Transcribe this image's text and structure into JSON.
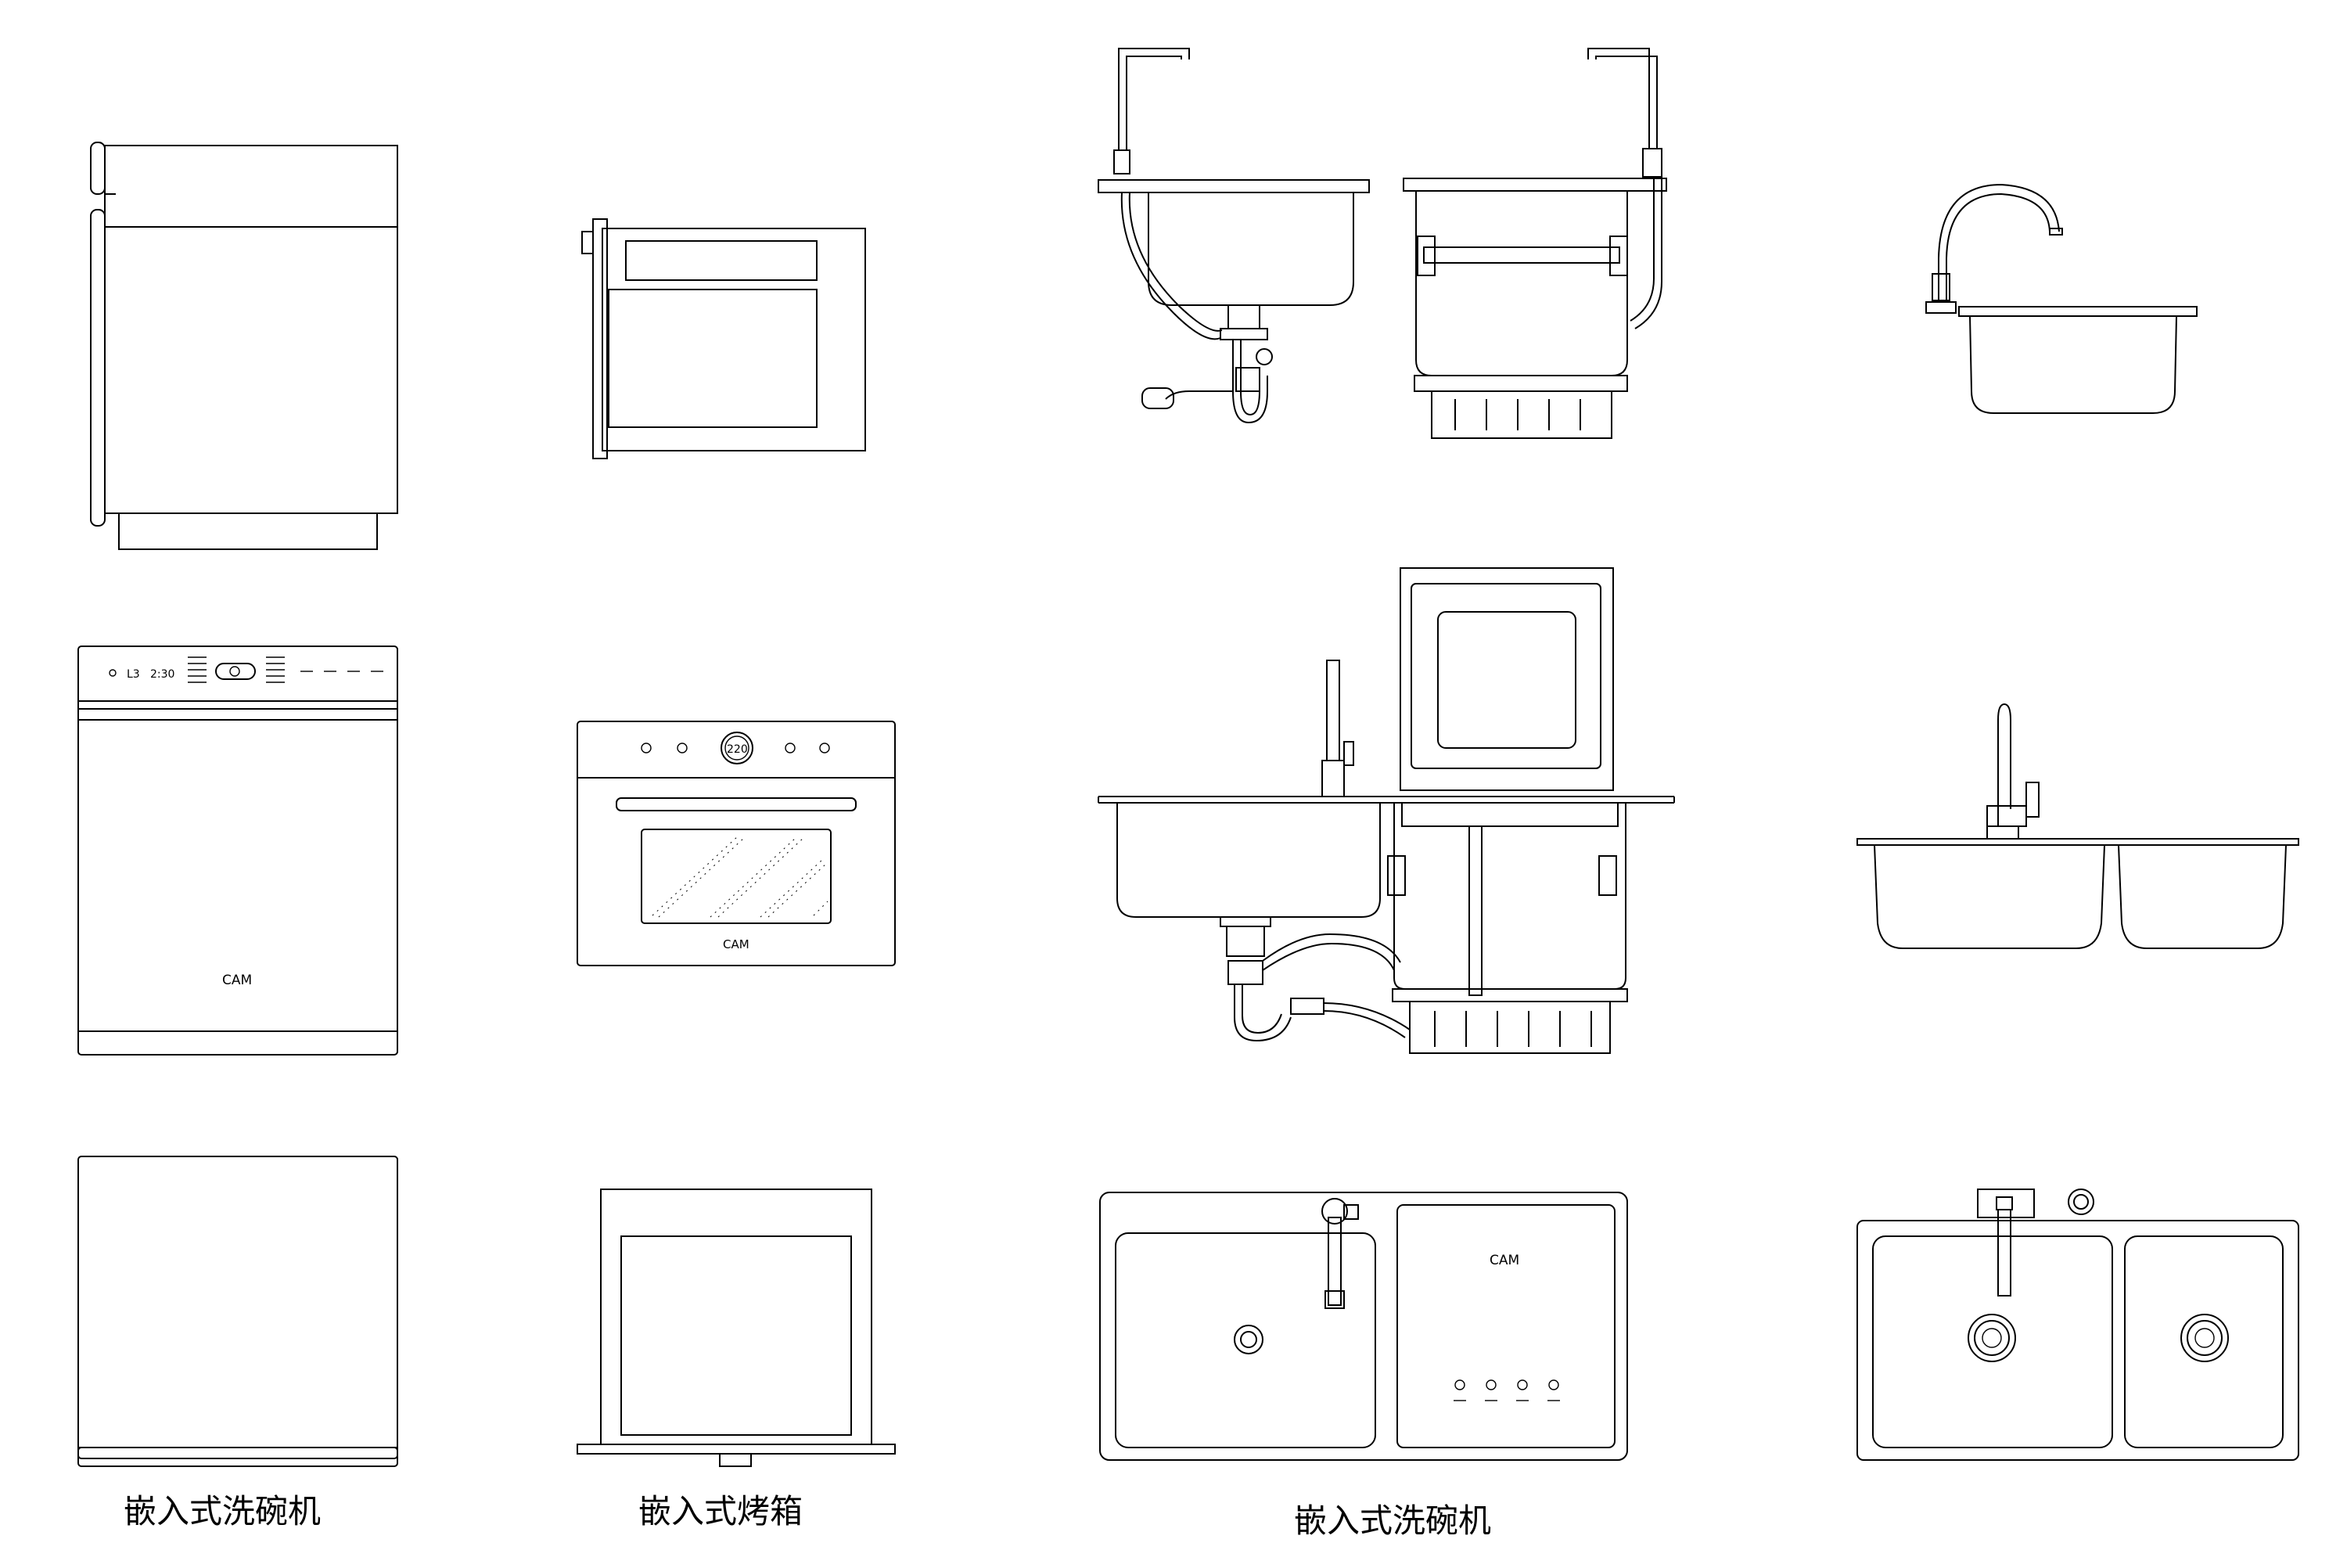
{
  "captions": {
    "dishwasher_left": "嵌入式洗碗机",
    "oven": "嵌入式烤箱",
    "dishwasher_sink": "嵌入式洗碗机"
  },
  "labels": {
    "dishwasher_brand": "CAM",
    "dishwasher_level": "L3",
    "dishwasher_time": "2:30",
    "oven_brand": "CAM",
    "oven_temp": "220",
    "sink_dishwasher_brand": "CAM"
  }
}
